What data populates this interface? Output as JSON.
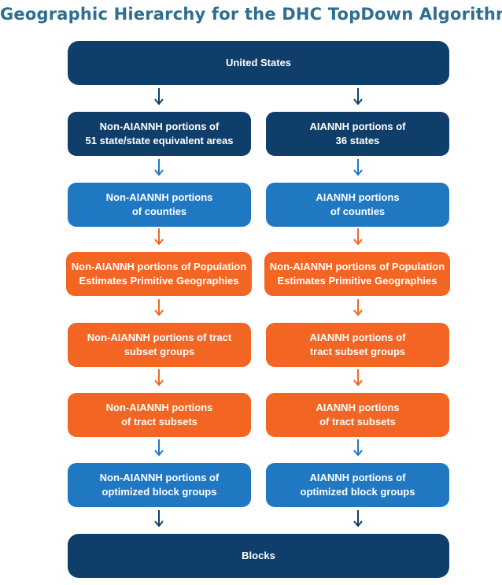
{
  "title": "Geographic Hierarchy for the DHC TopDown Algorithm",
  "top": "United States",
  "bottom": "Blocks",
  "rows": [
    {
      "left": "Non-AIANNH portions of\n51 state/state equivalent areas",
      "right": "AIANNH portions of\n36 states"
    },
    {
      "left": "Non-AIANNH portions\nof counties",
      "right": "AIANNH portions\nof counties"
    },
    {
      "left": "Non-AIANNH portions of Population\nEstimates  Primitive  Geographies",
      "right": "Non-AIANNH portions of Population\nEstimates  Primitive  Geographies"
    },
    {
      "left": "Non-AIANNH portions of tract\nsubset groups",
      "right": "AIANNH portions of\ntract subset groups"
    },
    {
      "left": "Non-AIANNH portions\nof tract subsets",
      "right": "AIANNH portions\nof tract subsets"
    },
    {
      "left": "Non-AIANNH portions of\noptimized block groups",
      "right": "AIANNH portions of\noptimized block groups"
    }
  ],
  "colors": {
    "title": "#2e6e8e",
    "dark_blue": "#0f3e6b",
    "medium_blue": "#2078c3",
    "orange": "#f26522"
  }
}
